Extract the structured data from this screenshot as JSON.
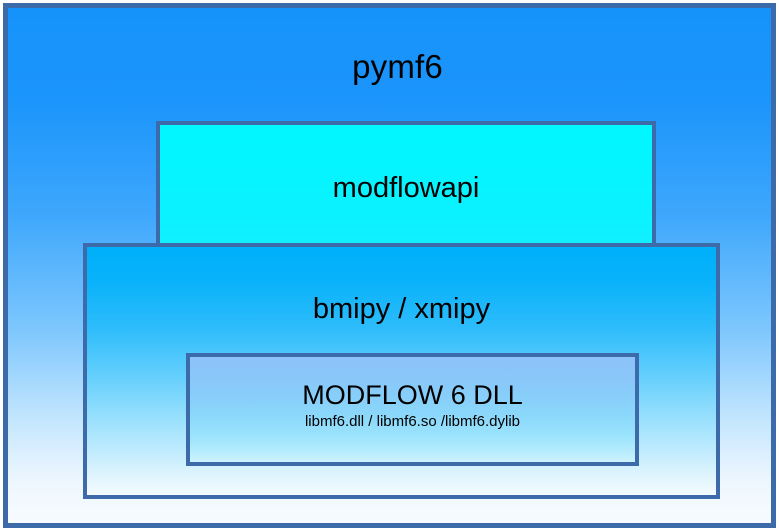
{
  "diagram": {
    "title": "pymf6",
    "background": {
      "gradient_top": "#1693fb",
      "gradient_bottom": "#f7fbff",
      "border_color": "#3d6aa8"
    },
    "layers": [
      {
        "id": "pymf6",
        "label": "pymf6",
        "level": 0,
        "fill_top": "#1693fb",
        "fill_bottom": "#f7fbff",
        "border_color": "#3d6aa8"
      },
      {
        "id": "modflowapi",
        "label": "modflowapi",
        "level": 1,
        "fill_top": "#00f7ff",
        "fill_bottom": "#d8f6fe",
        "border_color": "#3d6aa8"
      },
      {
        "id": "bmipy-xmipy",
        "label": "bmipy / xmipy",
        "level": 2,
        "fill_top": "#00b0fa",
        "fill_bottom": "#f2fbff",
        "border_color": "#3d6aa8"
      },
      {
        "id": "modflow6-dll",
        "label": "MODFLOW 6 DLL",
        "sublabel": "libmf6.dll / libmf6.so /libmf6.dylib",
        "level": 3,
        "fill_top": "#8cc2f8",
        "fill_bottom": "#cdf2fe",
        "border_color": "#3d6aa8"
      }
    ]
  }
}
